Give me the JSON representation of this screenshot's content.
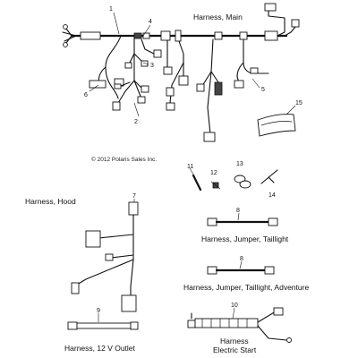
{
  "copyright": "© 2012 Polaris Sales Inc.",
  "labels": {
    "main": "Harness, Main",
    "hood": "Harness, Hood",
    "jumper_taillight": "Harness, Jumper, Taillight",
    "jumper_taillight_adventure": "Harness, Jumper, Taillight, Adventure",
    "outlet_12v": "Harness, 12 V Outlet",
    "electric_start_1": "Harness",
    "electric_start_2": "Electric Start"
  },
  "callouts": [
    "1",
    "2",
    "3",
    "4",
    "5",
    "6",
    "7",
    "8",
    "8",
    "9",
    "10",
    "11",
    "12",
    "13",
    "14",
    "15"
  ]
}
